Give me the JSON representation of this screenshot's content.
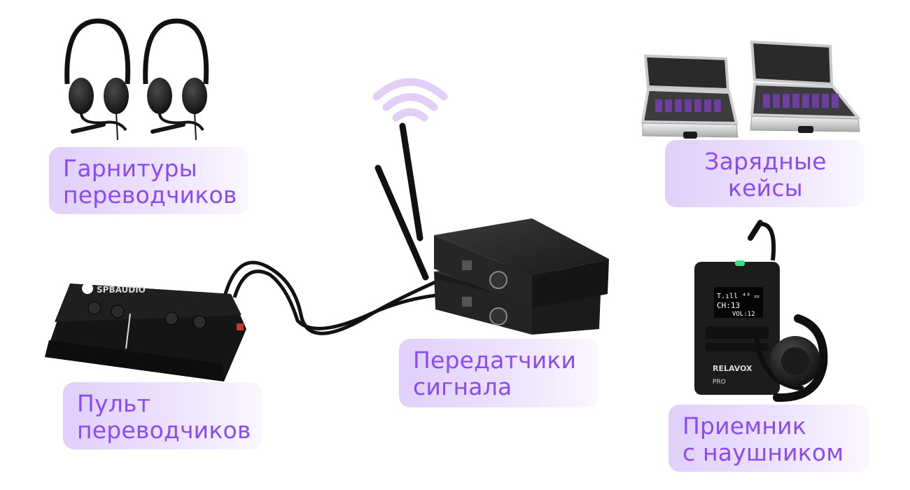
{
  "labels": {
    "headsets": {
      "line1": "Гарнитуры",
      "line2": "переводчиков"
    },
    "cases": {
      "line1": "Зарядные",
      "line2": "кейсы"
    },
    "transmitters": {
      "line1": "Передатчики",
      "line2": "сигнала"
    },
    "console": {
      "line1": "Пульт",
      "line2": "переводчиков"
    },
    "receiver": {
      "line1": "Приемник",
      "line2": "с наушником"
    }
  },
  "device_text": {
    "console_brand": "SPBAUDIO",
    "receiver_channel": "CH:13",
    "receiver_volume": "VOL:12",
    "receiver_brand": "RELAVOX",
    "receiver_model": "PRO"
  },
  "colors": {
    "label_text": "#8a4bf0",
    "label_bg": "#e3d3fb",
    "wifi_arcs": "#e0d0f8",
    "device_body": "#1c1c1e",
    "status_led": "#3ddc84"
  },
  "icons": [
    "wifi-icon",
    "headset-icon",
    "charging-case-icon",
    "transmitter-icon",
    "console-icon",
    "receiver-icon",
    "earphone-icon"
  ]
}
